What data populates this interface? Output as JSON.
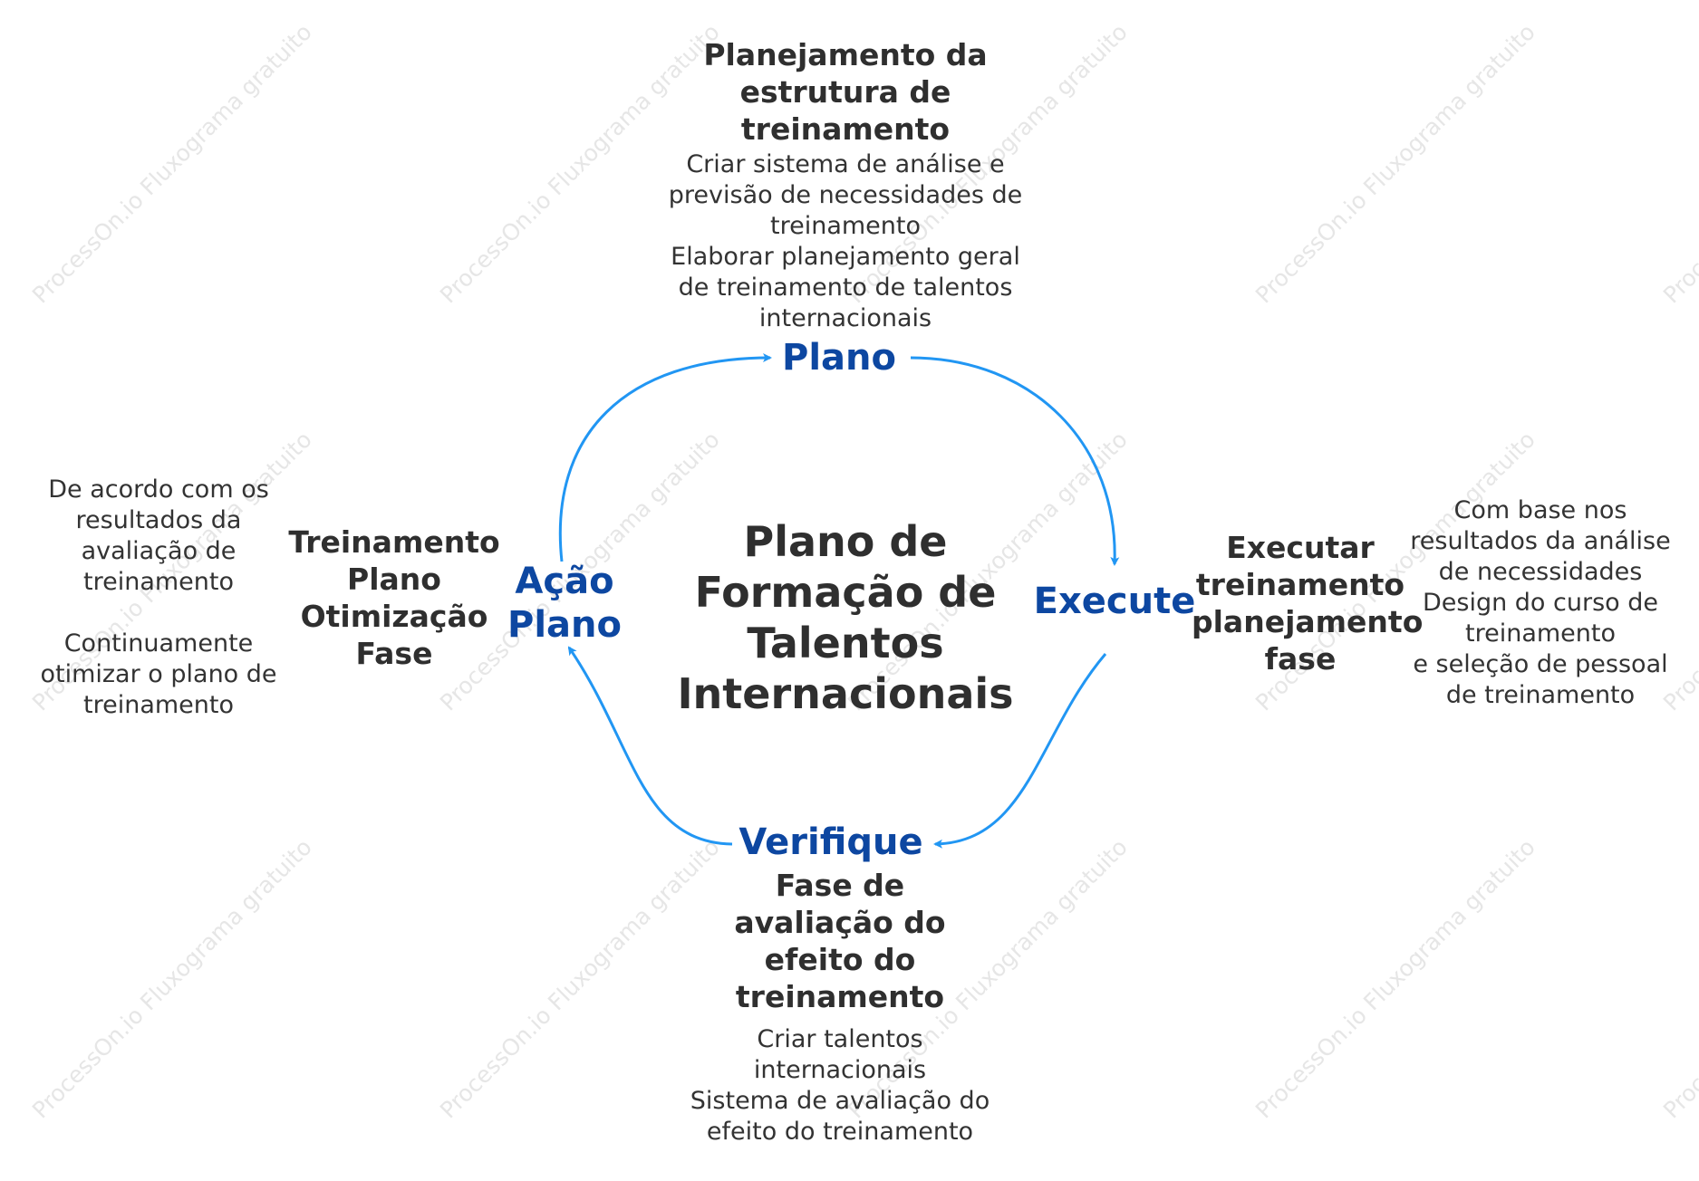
{
  "watermark": "ProcessOn.io Fluxograma gratuito",
  "accent_color": "#2196f3",
  "stage_color": "#0d47a1",
  "center": {
    "lines": [
      "Plano de",
      "Formação de",
      "Talentos",
      "Internacionais"
    ]
  },
  "plan": {
    "label": "Plano",
    "heading": [
      "Planejamento da",
      "estrutura de",
      "treinamento"
    ],
    "details": [
      "Criar sistema de análise e",
      "previsão de necessidades de",
      "treinamento",
      "Elaborar planejamento geral",
      "de treinamento de talentos",
      "internacionais"
    ]
  },
  "execute": {
    "label": "Execute",
    "heading": [
      "Executar",
      "treinamento",
      "planejamento",
      "fase"
    ],
    "details": [
      "Com base nos",
      "resultados da análise",
      "de necessidades",
      "Design do curso de",
      "treinamento",
      "e seleção de pessoal",
      "de treinamento"
    ]
  },
  "check": {
    "label": "Verifique",
    "heading": [
      "Fase de",
      "avaliação do",
      "efeito do",
      "treinamento"
    ],
    "details": [
      "Criar talentos",
      "internacionais",
      "Sistema de avaliação do",
      "efeito do treinamento"
    ]
  },
  "act": {
    "label": [
      "Ação",
      "Plano"
    ],
    "heading": [
      "Treinamento",
      "Plano",
      "Otimização",
      "Fase"
    ],
    "details": [
      "De acordo com os",
      "resultados da",
      "avaliação de",
      "treinamento",
      "",
      "Continuamente",
      "otimizar o plano de",
      "treinamento"
    ]
  }
}
